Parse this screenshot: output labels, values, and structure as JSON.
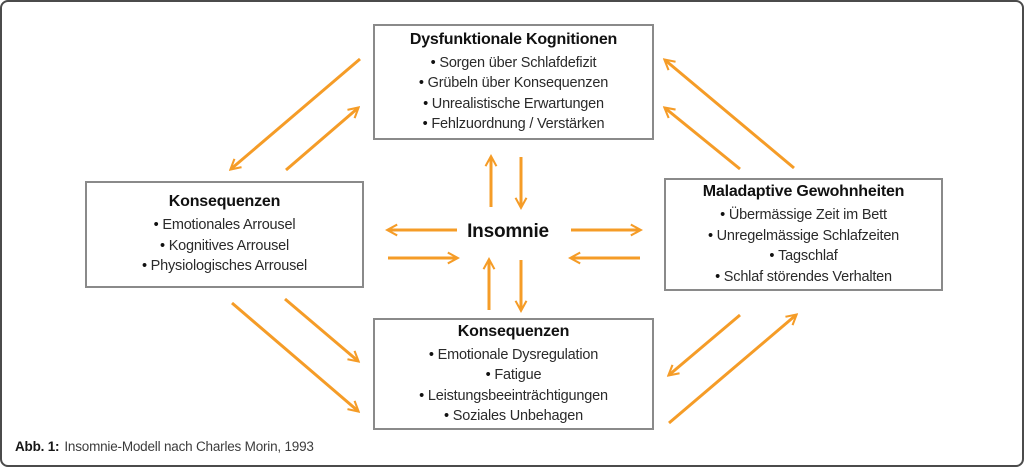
{
  "figure": {
    "caption_label": "Abb. 1:",
    "caption_text": "Insomnie-Modell nach Charles Morin, 1993"
  },
  "center": {
    "label": "Insomnie"
  },
  "boxes": {
    "top": {
      "title": "Dysfunktionale Kognitionen",
      "items": [
        "Sorgen über Schlafdefizit",
        "Grübeln über Konsequenzen",
        "Unrealistische Erwartungen",
        "Fehlzuordnung / Verstärken"
      ]
    },
    "left": {
      "title": "Konsequenzen",
      "items": [
        "Emotionales Arrousel",
        "Kognitives Arrousel",
        "Physiologisches Arrousel"
      ]
    },
    "right": {
      "title": "Maladaptive Gewohnheiten",
      "items": [
        "Übermässige Zeit im Bett",
        "Unregelmässige Schlafzeiten",
        "Tagschlaf",
        "Schlaf störendes Verhalten"
      ]
    },
    "bottom": {
      "title": "Konsequenzen",
      "items": [
        "Emotionale Dysregulation",
        "Fatigue",
        "Leistungsbeeinträchtigungen",
        "Soziales Unbehagen"
      ]
    }
  },
  "colors": {
    "arrow": "#F59C27",
    "box_border": "#8A8A8A",
    "outer_border": "#4B4B4B",
    "text": "#1A1A1A"
  }
}
